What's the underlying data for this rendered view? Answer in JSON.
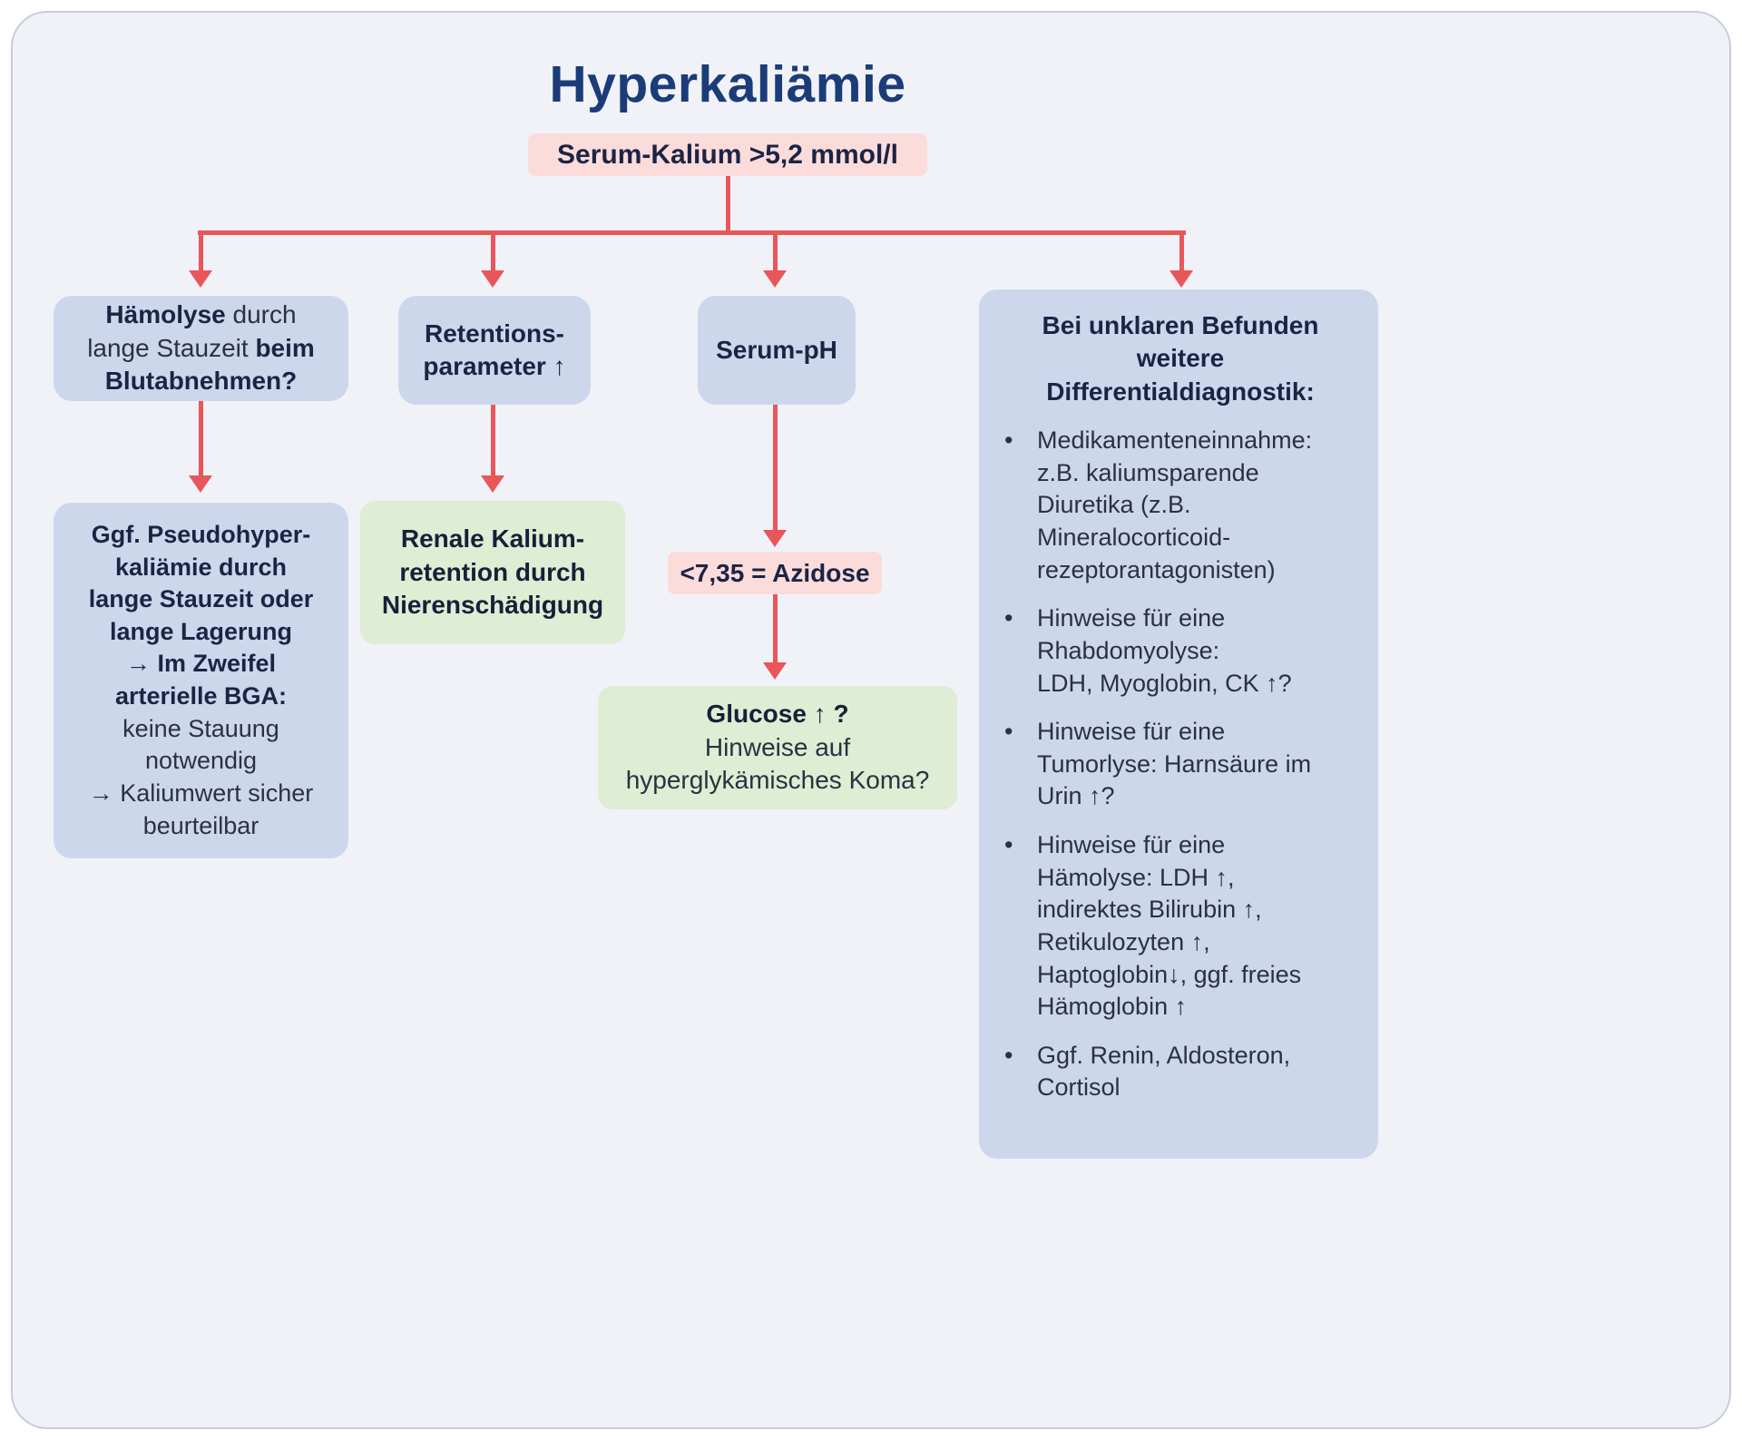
{
  "title": "Hyperkaliämie",
  "root_node": {
    "label": "Serum-Kalium >5,2 mmol/l"
  },
  "branch_hemolysis": {
    "question": {
      "bold1": "Hämolyse",
      "mid": " durch\nlange Stauzeit ",
      "bold2": "beim\nBlutabnehmen?"
    },
    "result": {
      "bold": "Ggf. Pseudohyper-\nkaliämie durch\nlange Stauzeit oder\nlange Lagerung\n→ Im Zweifel\narterielle BGA:",
      "normal1": "keine Stauung\nnotwendig",
      "normal2": "→ Kaliumwert sicher\nbeurteilbar"
    }
  },
  "branch_retention": {
    "label": "Retentions-\nparameter ↑",
    "result": "Renale Kalium-\nretention durch\nNierenschädigung"
  },
  "branch_ph": {
    "label": "Serum-pH",
    "acidosis": "<7,35 = Azidose",
    "glucose_bold": "Glucose ↑ ?",
    "glucose_normal": "Hinweise auf\nhyperglykämisches Koma?"
  },
  "branch_differential": {
    "header": "Bei unklaren Befunden\nweitere\nDifferentialdiagnostik:",
    "items": [
      {
        "text": "Medikamenteneinnahme:\nz.B. kaliumsparende\nDiuretika (z.B.\nMineralocorticoid-\nrezeptorantagonisten)"
      },
      {
        "text": "Hinweise für eine\nRhabdomyolyse:\nLDH, Myoglobin, CK ↑?"
      },
      {
        "text": "Hinweise für eine\nTumorlyse: Harnsäure im\nUrin ↑?"
      },
      {
        "text": "Hinweise für eine\nHämolyse: LDH ↑,\nindirektes Bilirubin ↑,\nRetikulozyten ↑,\nHaptoglobin↓, ggf. freies\nHämoglobin ↑"
      },
      {
        "text": "Ggf. Renin, Aldosteron,\nCortisol"
      }
    ]
  },
  "colors": {
    "arrow": "#e95659",
    "box_blue": "#cdd7ec",
    "box_green": "#deedd3",
    "box_pink": "#fbdcdb",
    "title": "#1b3c78",
    "background": "#f0f2f8"
  }
}
